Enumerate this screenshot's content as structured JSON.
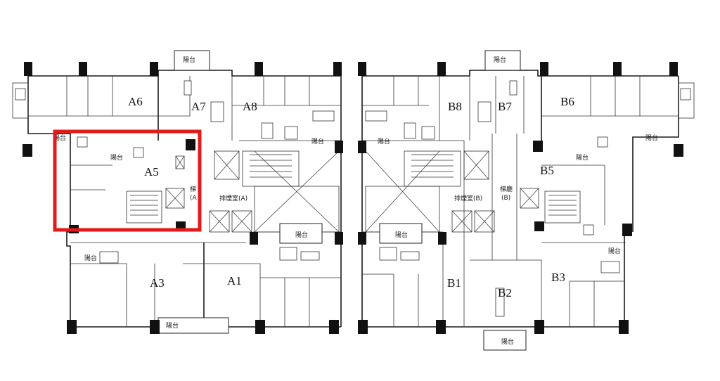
{
  "units": {
    "a6": "A6",
    "a7": "A7",
    "a8": "A8",
    "a5": "A5",
    "a3": "A3",
    "a1": "A1",
    "b8": "B8",
    "b7": "B7",
    "b6": "B6",
    "b5": "B5",
    "b1": "B1",
    "b2": "B2",
    "b3": "B3"
  },
  "labels": {
    "balcony": "陽台",
    "smoke_room_a": "排煙室(A)",
    "smoke_room_b": "排煙室(B)",
    "stair_a": "梯",
    "stair_a_sub": "(A",
    "stair_b": "梯廳",
    "stair_b_sub": "(B)"
  },
  "colors": {
    "highlight": "#e11b1b",
    "wall": "#1a1a1a"
  }
}
